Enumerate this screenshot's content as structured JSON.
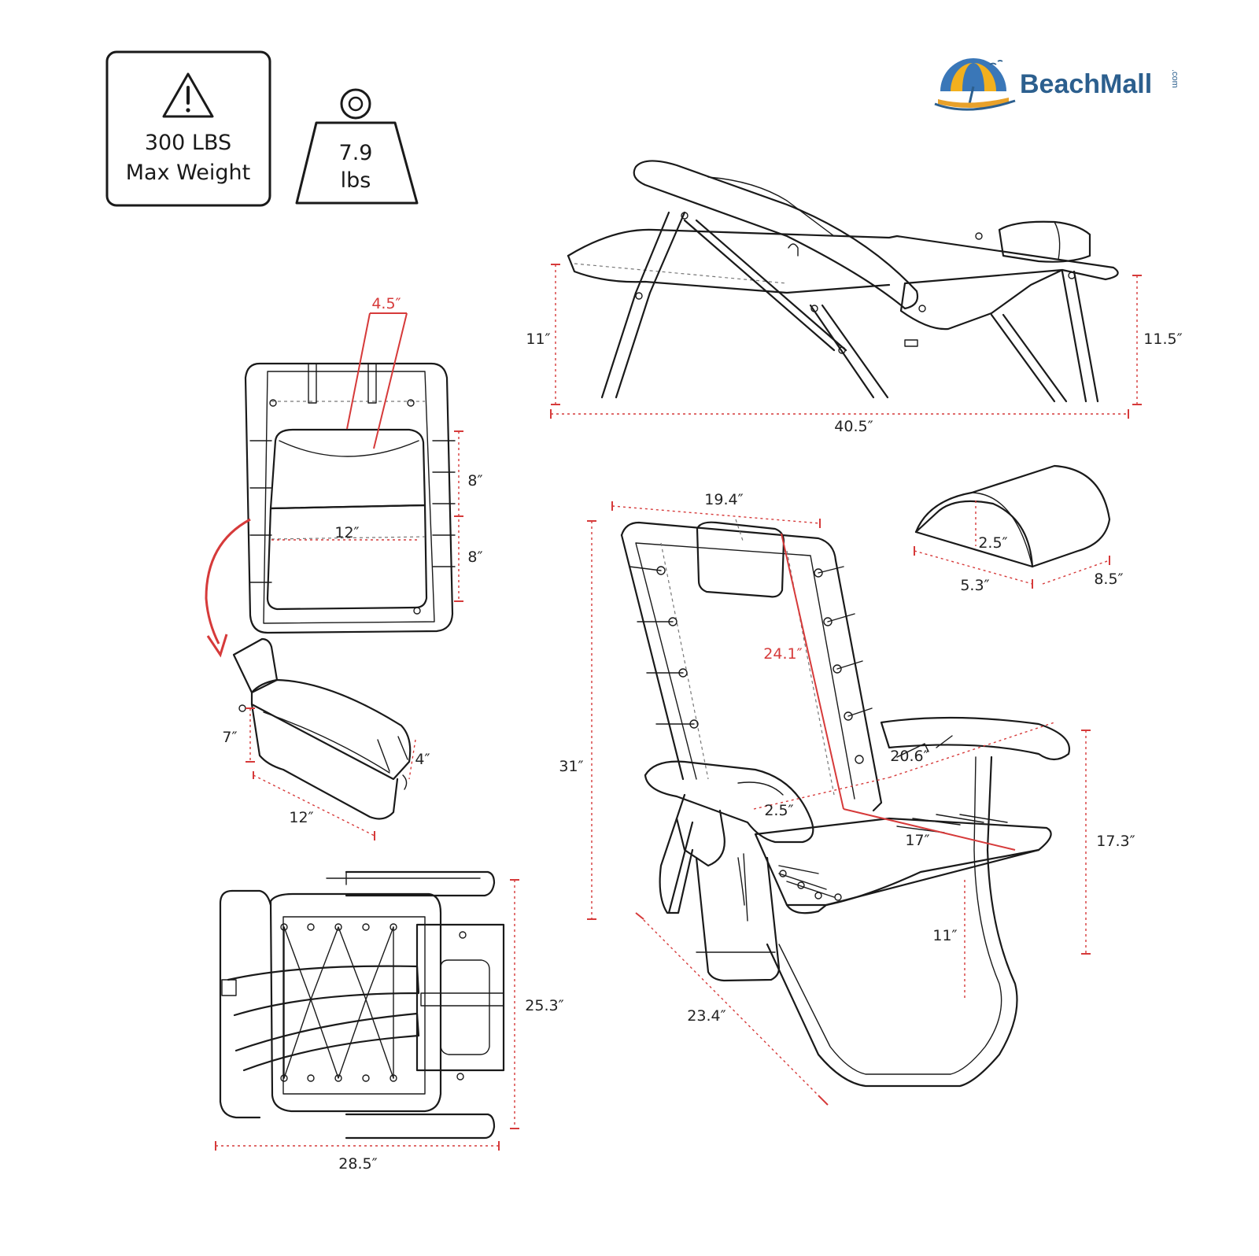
{
  "brand": {
    "name": "BeachMall",
    "suffix": ".com",
    "colors": {
      "text": "#2c5f8e",
      "sun": "#f2b01e",
      "umbrella": "#3a77b8",
      "wave": "#2c5f8e",
      "sand": "#e8a12a"
    }
  },
  "badges": {
    "max_weight": {
      "line1": "300 LBS",
      "line2": "Max Weight",
      "icon": "warning-triangle-icon"
    },
    "chair_weight": {
      "line1": "7.9",
      "line2": "lbs",
      "icon": "weight-icon"
    }
  },
  "dimensions": {
    "reclined_height_front": "11″",
    "reclined_height_back": "11.5″",
    "reclined_length": "40.5″",
    "cooler_flap_width": "4.5″",
    "cooler_section_top": "8″",
    "cooler_section_bottom": "8″",
    "cooler_width_back": "12″",
    "cooler_height": "7″",
    "cooler_depth": "4″",
    "cooler_width": "12″",
    "folded_height": "25.3″",
    "folded_width": "28.5″",
    "seat_back_width": "19.4″",
    "overall_height": "31″",
    "backrest_height": "24.1″",
    "armrest_length": "20.6″",
    "armrest_width": "2.5″",
    "seat_depth": "17″",
    "armrest_height": "17.3″",
    "seat_height": "11″",
    "leg_span": "23.4″",
    "pillow_height": "2.5″",
    "pillow_depth": "5.3″",
    "pillow_width": "8.5″"
  },
  "colors": {
    "dimension_line": "#d63a3a",
    "ink": "#1a1a1a"
  }
}
